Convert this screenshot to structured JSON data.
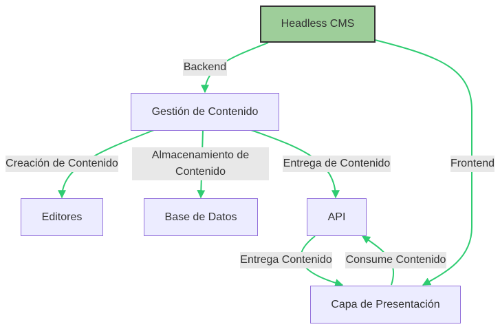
{
  "diagram": {
    "nodes": {
      "headless_cms": "Headless CMS",
      "gestion": "Gestión de Contenido",
      "editores": "Editores",
      "base_datos": "Base de Datos",
      "api": "API",
      "capa": "Capa de Presentación"
    },
    "edges": {
      "backend": "Backend",
      "creacion": "Creación de Contenido",
      "almacenamiento": "Almacenamiento de Contenido",
      "entrega_contenido_api": "Entrega de Contenido",
      "frontend": "Frontend",
      "entrega_contenido": "Entrega Contenido",
      "consume_contenido": "Consume Contenido"
    },
    "colors": {
      "edge": "#2ecc71",
      "node_fill": "#ECECFF",
      "node_border": "#9370DB",
      "root_fill": "#9ECE9A",
      "root_border": "#333333",
      "label_bg": "#e8e8e8"
    }
  }
}
